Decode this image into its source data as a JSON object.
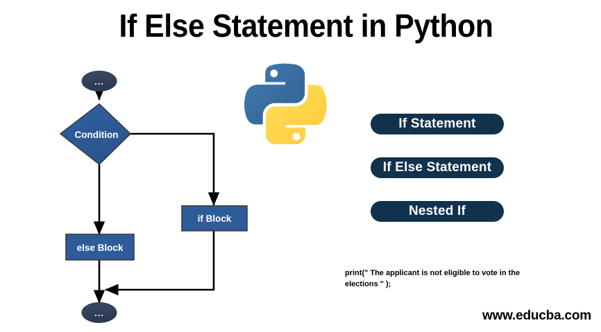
{
  "page": {
    "title": "If Else Statement in Python",
    "background_color": "#ffffff",
    "watermark": "www.educba.com"
  },
  "colors": {
    "title_text": "#000000",
    "diamond_fill": "#2E5C9A",
    "box_fill": "#2E5C9A",
    "node_border": "#3A3A3A",
    "terminal_fill": "#2E3D55",
    "pill_fill": "#11314d",
    "pill_text": "#ffffff",
    "connector": "#000000",
    "python_blue": "#3C74A5",
    "python_yellow": "#FFD champs"
  },
  "flowchart": {
    "name": "if-else-flowchart",
    "nodes": [
      {
        "id": "start",
        "type": "terminal",
        "label": "..."
      },
      {
        "id": "condition",
        "type": "decision",
        "label": "Condition"
      },
      {
        "id": "if-block",
        "type": "process",
        "label": "if Block"
      },
      {
        "id": "else-block",
        "type": "process",
        "label": "else Block"
      },
      {
        "id": "end",
        "type": "terminal",
        "label": "..."
      }
    ],
    "edges": [
      {
        "from": "start",
        "to": "condition"
      },
      {
        "from": "condition",
        "to": "if-block"
      },
      {
        "from": "condition",
        "to": "else-block"
      },
      {
        "from": "if-block",
        "to": "end"
      },
      {
        "from": "else-block",
        "to": "end"
      }
    ]
  },
  "python_logo": {
    "name": "python-logo",
    "blue": "#3C74A5",
    "yellow": "#FFD champs2"
  },
  "pills": [
    {
      "id": "if-statement",
      "label": "If Statement"
    },
    {
      "id": "if-else-statement",
      "label": "If Else Statement"
    },
    {
      "id": "nested-if",
      "label": "Nested If"
    }
  ],
  "code_snippet": {
    "line1": "print(\" The applicant is not eligible to vote in the",
    "line2": "elections \" );"
  }
}
